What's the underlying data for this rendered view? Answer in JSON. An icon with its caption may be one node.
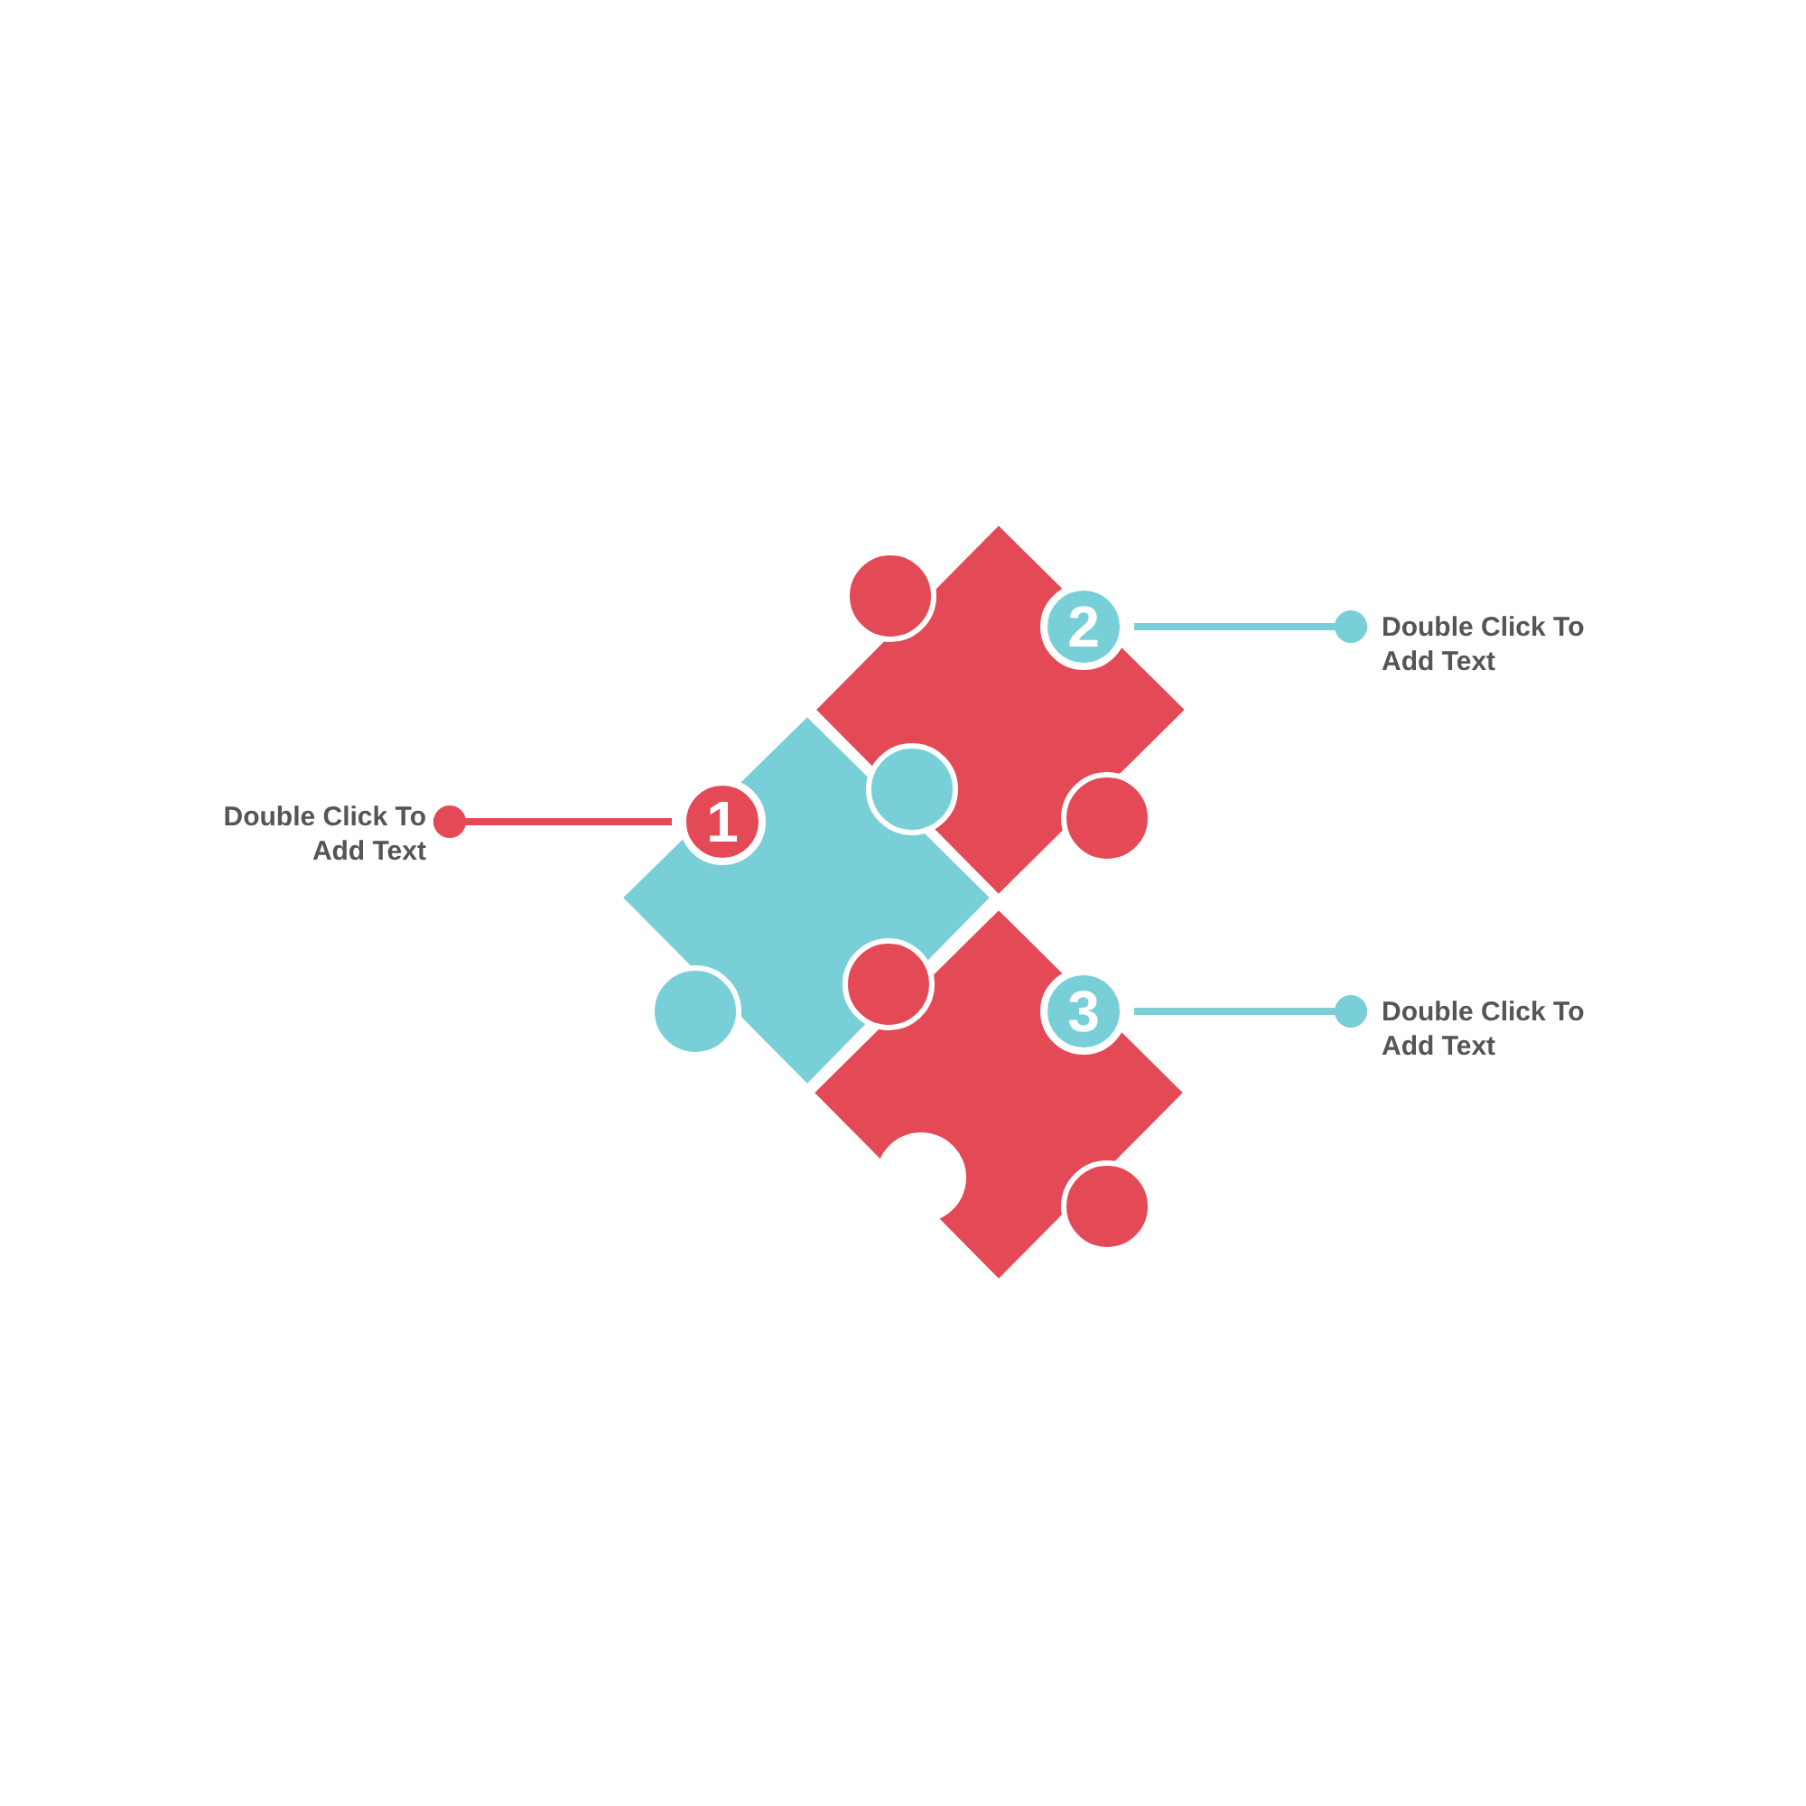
{
  "diagram": {
    "nodes": [
      {
        "text": [
          "Double Click To Add Text"
        ]
      },
      {
        "text": [
          "1"
        ]
      },
      {
        "text": [
          "2"
        ]
      },
      {
        "text": [
          "Double Click To Add Text"
        ]
      },
      {
        "text": [
          "3"
        ]
      },
      {
        "text": [
          "Double Click To Add Text"
        ]
      }
    ],
    "edges": [
      {
        "from": 0,
        "to": 1,
        "arrow": "other",
        "color": "#e44a55"
      },
      {
        "from": 3,
        "to": 2,
        "arrow": "other"
      },
      {
        "from": 5,
        "to": 4,
        "arrow": "other"
      }
    ]
  }
}
